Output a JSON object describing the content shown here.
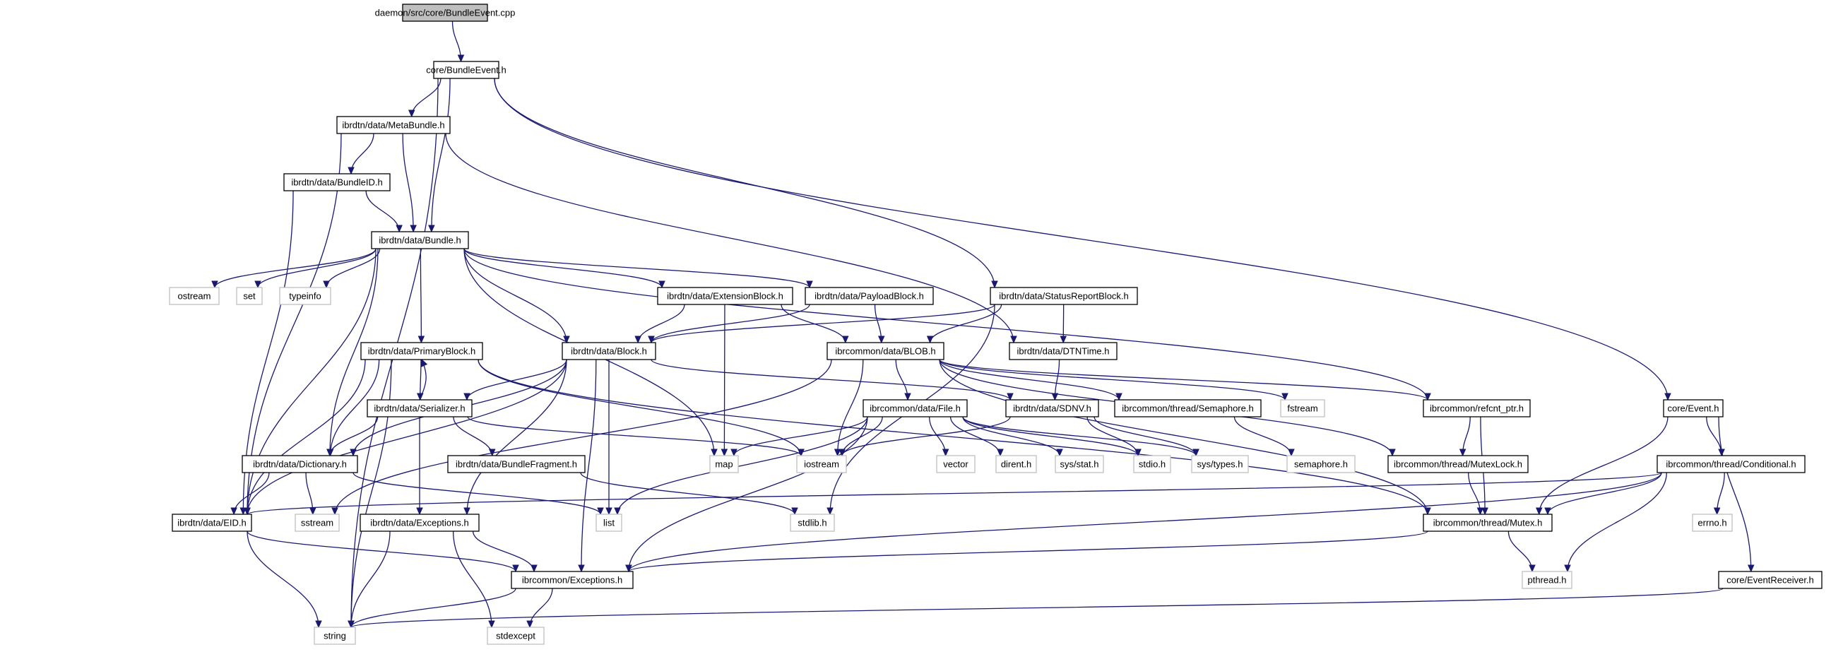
{
  "colors": {
    "edge": "#191970",
    "root_fill": "#bfbfbf",
    "node_border": "#000000",
    "external_border": "#bfbfbf",
    "fill": "#ffffff"
  },
  "nodes": [
    {
      "id": "root",
      "label": "daemon/src/core/BundleEvent.cpp",
      "kind": "root"
    },
    {
      "id": "core_bundleevent_h",
      "label": "core/BundleEvent.h",
      "kind": "internal"
    },
    {
      "id": "metabundle_h",
      "label": "ibrdtn/data/MetaBundle.h",
      "kind": "internal"
    },
    {
      "id": "bundleid_h",
      "label": "ibrdtn/data/BundleID.h",
      "kind": "internal"
    },
    {
      "id": "bundle_h",
      "label": "ibrdtn/data/Bundle.h",
      "kind": "internal"
    },
    {
      "id": "ostream",
      "label": "ostream",
      "kind": "external"
    },
    {
      "id": "set",
      "label": "set",
      "kind": "external"
    },
    {
      "id": "typeinfo",
      "label": "typeinfo",
      "kind": "external"
    },
    {
      "id": "extensionblock_h",
      "label": "ibrdtn/data/ExtensionBlock.h",
      "kind": "internal"
    },
    {
      "id": "payloadblock_h",
      "label": "ibrdtn/data/PayloadBlock.h",
      "kind": "internal"
    },
    {
      "id": "statusreportblock_h",
      "label": "ibrdtn/data/StatusReportBlock.h",
      "kind": "internal"
    },
    {
      "id": "primaryblock_h",
      "label": "ibrdtn/data/PrimaryBlock.h",
      "kind": "internal"
    },
    {
      "id": "block_h",
      "label": "ibrdtn/data/Block.h",
      "kind": "internal"
    },
    {
      "id": "blob_h",
      "label": "ibrcommon/data/BLOB.h",
      "kind": "internal"
    },
    {
      "id": "dtntime_h",
      "label": "ibrdtn/data/DTNTime.h",
      "kind": "internal"
    },
    {
      "id": "serializer_h",
      "label": "ibrdtn/data/Serializer.h",
      "kind": "internal"
    },
    {
      "id": "file_h",
      "label": "ibrcommon/data/File.h",
      "kind": "internal"
    },
    {
      "id": "sdnv_h",
      "label": "ibrdtn/data/SDNV.h",
      "kind": "internal"
    },
    {
      "id": "semaphore_class_h",
      "label": "ibrcommon/thread/Semaphore.h",
      "kind": "internal"
    },
    {
      "id": "fstream",
      "label": "fstream",
      "kind": "external"
    },
    {
      "id": "refcnt_ptr_h",
      "label": "ibrcommon/refcnt_ptr.h",
      "kind": "internal"
    },
    {
      "id": "core_event_h",
      "label": "core/Event.h",
      "kind": "internal"
    },
    {
      "id": "dictionary_h",
      "label": "ibrdtn/data/Dictionary.h",
      "kind": "internal"
    },
    {
      "id": "bundlefragment_h",
      "label": "ibrdtn/data/BundleFragment.h",
      "kind": "internal"
    },
    {
      "id": "map",
      "label": "map",
      "kind": "external"
    },
    {
      "id": "iostream",
      "label": "iostream",
      "kind": "external"
    },
    {
      "id": "vector",
      "label": "vector",
      "kind": "external"
    },
    {
      "id": "dirent_h",
      "label": "dirent.h",
      "kind": "external"
    },
    {
      "id": "sys_stat_h",
      "label": "sys/stat.h",
      "kind": "external"
    },
    {
      "id": "stdio_h",
      "label": "stdio.h",
      "kind": "external"
    },
    {
      "id": "sys_types_h",
      "label": "sys/types.h",
      "kind": "external"
    },
    {
      "id": "semaphore_h",
      "label": "semaphore.h",
      "kind": "external"
    },
    {
      "id": "mutexlock_h",
      "label": "ibrcommon/thread/MutexLock.h",
      "kind": "internal"
    },
    {
      "id": "conditional_h",
      "label": "ibrcommon/thread/Conditional.h",
      "kind": "internal"
    },
    {
      "id": "eid_h",
      "label": "ibrdtn/data/EID.h",
      "kind": "internal"
    },
    {
      "id": "sstream",
      "label": "sstream",
      "kind": "external"
    },
    {
      "id": "exceptions_h",
      "label": "ibrdtn/data/Exceptions.h",
      "kind": "internal"
    },
    {
      "id": "list",
      "label": "list",
      "kind": "external"
    },
    {
      "id": "stdlib_h",
      "label": "stdlib.h",
      "kind": "external"
    },
    {
      "id": "mutex_h",
      "label": "ibrcommon/thread/Mutex.h",
      "kind": "internal"
    },
    {
      "id": "errno_h",
      "label": "errno.h",
      "kind": "external"
    },
    {
      "id": "ibrcommon_exceptions_h",
      "label": "ibrcommon/Exceptions.h",
      "kind": "internal"
    },
    {
      "id": "pthread_h",
      "label": "pthread.h",
      "kind": "external"
    },
    {
      "id": "eventreceiver_h",
      "label": "core/EventReceiver.h",
      "kind": "internal"
    },
    {
      "id": "string",
      "label": "string",
      "kind": "external"
    },
    {
      "id": "stdexcept",
      "label": "stdexcept",
      "kind": "external"
    }
  ],
  "edges": [
    [
      "root",
      "core_bundleevent_h"
    ],
    [
      "core_bundleevent_h",
      "metabundle_h"
    ],
    [
      "core_bundleevent_h",
      "bundle_h"
    ],
    [
      "core_bundleevent_h",
      "statusreportblock_h"
    ],
    [
      "core_bundleevent_h",
      "core_event_h"
    ],
    [
      "core_bundleevent_h",
      "string"
    ],
    [
      "metabundle_h",
      "bundleid_h"
    ],
    [
      "metabundle_h",
      "bundle_h"
    ],
    [
      "metabundle_h",
      "dtntime_h"
    ],
    [
      "metabundle_h",
      "eid_h"
    ],
    [
      "bundleid_h",
      "bundle_h"
    ],
    [
      "bundleid_h",
      "eid_h"
    ],
    [
      "bundle_h",
      "ostream"
    ],
    [
      "bundle_h",
      "set"
    ],
    [
      "bundle_h",
      "typeinfo"
    ],
    [
      "bundle_h",
      "extensionblock_h"
    ],
    [
      "bundle_h",
      "payloadblock_h"
    ],
    [
      "bundle_h",
      "primaryblock_h"
    ],
    [
      "bundle_h",
      "block_h"
    ],
    [
      "bundle_h",
      "refcnt_ptr_h"
    ],
    [
      "bundle_h",
      "dictionary_h"
    ],
    [
      "bundle_h",
      "map"
    ],
    [
      "bundle_h",
      "eid_h"
    ],
    [
      "extensionblock_h",
      "block_h"
    ],
    [
      "extensionblock_h",
      "blob_h"
    ],
    [
      "extensionblock_h",
      "map"
    ],
    [
      "payloadblock_h",
      "block_h"
    ],
    [
      "payloadblock_h",
      "blob_h"
    ],
    [
      "statusreportblock_h",
      "block_h"
    ],
    [
      "statusreportblock_h",
      "blob_h"
    ],
    [
      "statusreportblock_h",
      "dtntime_h"
    ],
    [
      "statusreportblock_h",
      "stdlib_h"
    ],
    [
      "primaryblock_h",
      "serializer_h"
    ],
    [
      "primaryblock_h",
      "dictionary_h"
    ],
    [
      "primaryblock_h",
      "eid_h"
    ],
    [
      "primaryblock_h",
      "iostream"
    ],
    [
      "primaryblock_h",
      "mutex_h"
    ],
    [
      "primaryblock_h",
      "string"
    ],
    [
      "block_h",
      "serializer_h"
    ],
    [
      "block_h",
      "sdnv_h"
    ],
    [
      "block_h",
      "dictionary_h"
    ],
    [
      "block_h",
      "eid_h"
    ],
    [
      "block_h",
      "exceptions_h"
    ],
    [
      "block_h",
      "list"
    ],
    [
      "block_h",
      "ibrcommon_exceptions_h"
    ],
    [
      "blob_h",
      "file_h"
    ],
    [
      "blob_h",
      "semaphore_class_h"
    ],
    [
      "blob_h",
      "fstream"
    ],
    [
      "blob_h",
      "refcnt_ptr_h"
    ],
    [
      "blob_h",
      "mutexlock_h"
    ],
    [
      "blob_h",
      "mutex_h"
    ],
    [
      "blob_h",
      "iostream"
    ],
    [
      "blob_h",
      "sstream"
    ],
    [
      "dtntime_h",
      "sdnv_h"
    ],
    [
      "serializer_h",
      "primaryblock_h"
    ],
    [
      "serializer_h",
      "dictionary_h"
    ],
    [
      "serializer_h",
      "bundlefragment_h"
    ],
    [
      "serializer_h",
      "exceptions_h"
    ],
    [
      "serializer_h",
      "iostream"
    ],
    [
      "file_h",
      "map"
    ],
    [
      "file_h",
      "iostream"
    ],
    [
      "file_h",
      "vector"
    ],
    [
      "file_h",
      "dirent_h"
    ],
    [
      "file_h",
      "sys_stat_h"
    ],
    [
      "file_h",
      "stdio_h"
    ],
    [
      "file_h",
      "sys_types_h"
    ],
    [
      "file_h",
      "list"
    ],
    [
      "file_h",
      "ibrcommon_exceptions_h"
    ],
    [
      "sdnv_h",
      "stdio_h"
    ],
    [
      "sdnv_h",
      "sys_types_h"
    ],
    [
      "sdnv_h",
      "iostream"
    ],
    [
      "semaphore_class_h",
      "semaphore_h"
    ],
    [
      "refcnt_ptr_h",
      "mutexlock_h"
    ],
    [
      "refcnt_ptr_h",
      "mutex_h"
    ],
    [
      "core_event_h",
      "conditional_h"
    ],
    [
      "core_event_h",
      "eventreceiver_h"
    ],
    [
      "core_event_h",
      "mutex_h"
    ],
    [
      "dictionary_h",
      "eid_h"
    ],
    [
      "dictionary_h",
      "sstream"
    ],
    [
      "dictionary_h",
      "list"
    ],
    [
      "bundlefragment_h",
      "stdlib_h"
    ],
    [
      "mutexlock_h",
      "mutex_h"
    ],
    [
      "conditional_h",
      "mutex_h"
    ],
    [
      "conditional_h",
      "errno_h"
    ],
    [
      "conditional_h",
      "pthread_h"
    ],
    [
      "conditional_h",
      "ibrcommon_exceptions_h"
    ],
    [
      "conditional_h",
      "eid_h"
    ],
    [
      "eid_h",
      "ibrcommon_exceptions_h"
    ],
    [
      "eid_h",
      "string"
    ],
    [
      "exceptions_h",
      "ibrcommon_exceptions_h"
    ],
    [
      "exceptions_h",
      "string"
    ],
    [
      "exceptions_h",
      "stdexcept"
    ],
    [
      "mutex_h",
      "ibrcommon_exceptions_h"
    ],
    [
      "mutex_h",
      "pthread_h"
    ],
    [
      "ibrcommon_exceptions_h",
      "string"
    ],
    [
      "ibrcommon_exceptions_h",
      "stdexcept"
    ],
    [
      "eventreceiver_h",
      "string"
    ]
  ]
}
